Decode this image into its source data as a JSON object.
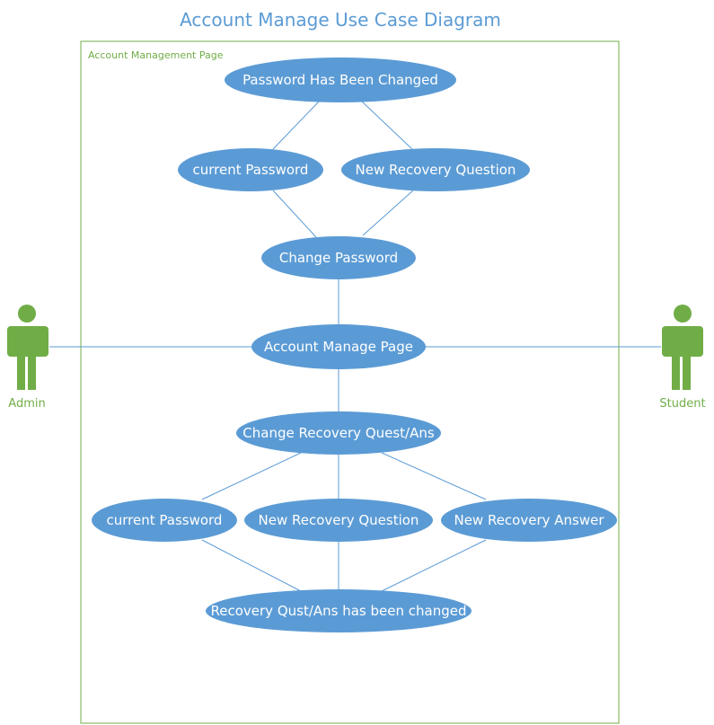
{
  "title": "Account Manage Use Case Diagram",
  "system_boundary_label": "Account Management Page",
  "actors": {
    "admin": "Admin",
    "student": "Student"
  },
  "use_cases": {
    "password_changed": "Password Has Been Changed",
    "current_password_top": "current Password",
    "new_recovery_question_top": "New Recovery Question",
    "change_password": "Change Password",
    "account_manage_page": "Account Manage Page",
    "change_recovery": "Change Recovery Quest/Ans",
    "current_password_bottom": "current Password",
    "new_recovery_question_bottom": "New Recovery Question",
    "new_recovery_answer": "New Recovery Answer",
    "recovery_changed": "Recovery Qust/Ans has been changed"
  },
  "colors": {
    "title": "#5b9bd5",
    "use_case_fill": "#5b9bd5",
    "use_case_text": "#ffffff",
    "boundary": "#70ad47",
    "actor": "#70ad47",
    "connector": "#5b9bd5"
  }
}
